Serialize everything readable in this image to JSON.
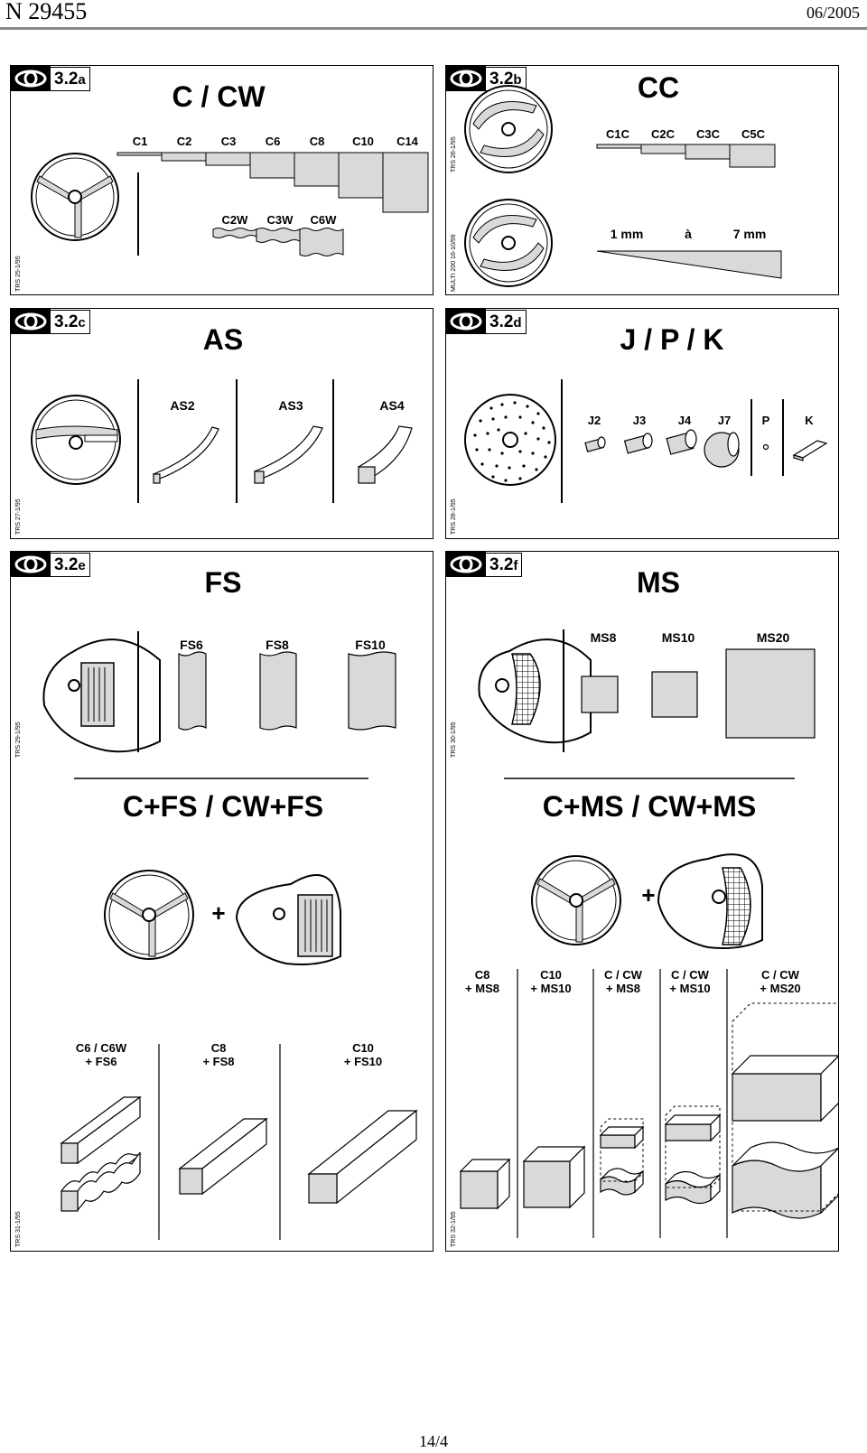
{
  "header": {
    "doc_number": "N 29455",
    "date": "06/2005"
  },
  "footer": {
    "page": "14/4"
  },
  "panels": {
    "a": {
      "badge_main": "3.2",
      "badge_sub": "a",
      "title": "C / CW",
      "ref": "TRS 25-1/95",
      "top_labels": [
        "C1",
        "C2",
        "C3",
        "C6",
        "C8",
        "C10",
        "C14"
      ],
      "w_labels": [
        "C2W",
        "C3W",
        "C6W"
      ]
    },
    "b": {
      "badge_main": "3.2",
      "badge_sub": "b",
      "title": "CC",
      "ref_top": "TRS 26-1/95",
      "ref_bottom": "MULTI 200 16-10/99",
      "labels": [
        "C1C",
        "C2C",
        "C3C",
        "C5C"
      ],
      "range_from": "1 mm",
      "range_word": "à",
      "range_to": "7 mm"
    },
    "c": {
      "badge_main": "3.2",
      "badge_sub": "c",
      "title": "AS",
      "ref": "TRS 27-1/95",
      "labels": [
        "AS2",
        "AS3",
        "AS4"
      ]
    },
    "d": {
      "badge_main": "3.2",
      "badge_sub": "d",
      "title": "J / P / K",
      "ref": "TRS 28-1/95",
      "labels": [
        "J2",
        "J3",
        "J4",
        "J7",
        "P",
        "K"
      ]
    },
    "e": {
      "badge_main": "3.2",
      "badge_sub": "e",
      "title": "FS",
      "ref": "TRS 29-1/95",
      "labels": [
        "FS6",
        "FS8",
        "FS10"
      ],
      "combo_title": "C+FS / CW+FS",
      "plus": "+",
      "combo_labels": [
        "C6 / C6W\n+ FS6",
        "C8\n+ FS8",
        "C10\n+ FS10"
      ],
      "ref_bottom": "TRS 31-1/95"
    },
    "f": {
      "badge_main": "3.2",
      "badge_sub": "f",
      "title": "MS",
      "ref": "TRS 30-1/95",
      "labels": [
        "MS8",
        "MS10",
        "MS20"
      ],
      "combo_title": "C+MS / CW+MS",
      "plus": "+",
      "combo_labels": [
        "C8\n+ MS8",
        "C10\n+ MS10",
        "C / CW\n+ MS8",
        "C / CW\n+ MS10",
        "C / CW\n+ MS20"
      ],
      "ref_bottom": "TRS 32-1/95"
    }
  },
  "colors": {
    "fill": "#d9d9d9",
    "ink": "#000000"
  }
}
